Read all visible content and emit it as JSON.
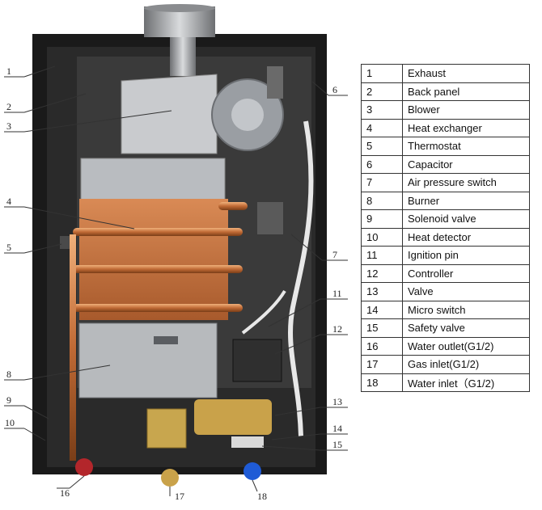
{
  "legend": {
    "rows": [
      {
        "num": "1",
        "name": "Exhaust"
      },
      {
        "num": "2",
        "name": "Back panel"
      },
      {
        "num": "3",
        "name": "Blower"
      },
      {
        "num": "4",
        "name": "Heat exchanger"
      },
      {
        "num": "5",
        "name": "Thermostat"
      },
      {
        "num": "6",
        "name": "Capacitor"
      },
      {
        "num": "7",
        "name": "Air pressure switch"
      },
      {
        "num": "8",
        "name": "Burner"
      },
      {
        "num": "9",
        "name": "Solenoid valve"
      },
      {
        "num": "10",
        "name": "Heat detector"
      },
      {
        "num": "11",
        "name": "Ignition pin"
      },
      {
        "num": "12",
        "name": "Controller"
      },
      {
        "num": "13",
        "name": "Valve"
      },
      {
        "num": "14",
        "name": "Micro switch"
      },
      {
        "num": "15",
        "name": "Safety valve"
      },
      {
        "num": "16",
        "name": "Water outlet(G1/2)"
      },
      {
        "num": "17",
        "name": "Gas inlet(G1/2)"
      },
      {
        "num": "18",
        "name": "Water inlet（G1/2)"
      }
    ]
  },
  "callouts": {
    "c1": "1",
    "c2": "2",
    "c3": "3",
    "c4": "4",
    "c5": "5",
    "c6": "6",
    "c7": "7",
    "c8": "8",
    "c9": "9",
    "c10": "10",
    "c11": "11",
    "c12": "12",
    "c13": "13",
    "c14": "14",
    "c15": "15",
    "c16": "16",
    "c17": "17",
    "c18": "18"
  },
  "colors": {
    "cabinet": "#1a1a1a",
    "copper": "#c8743f",
    "steel": "#b9bcc0",
    "background": "#ffffff"
  }
}
